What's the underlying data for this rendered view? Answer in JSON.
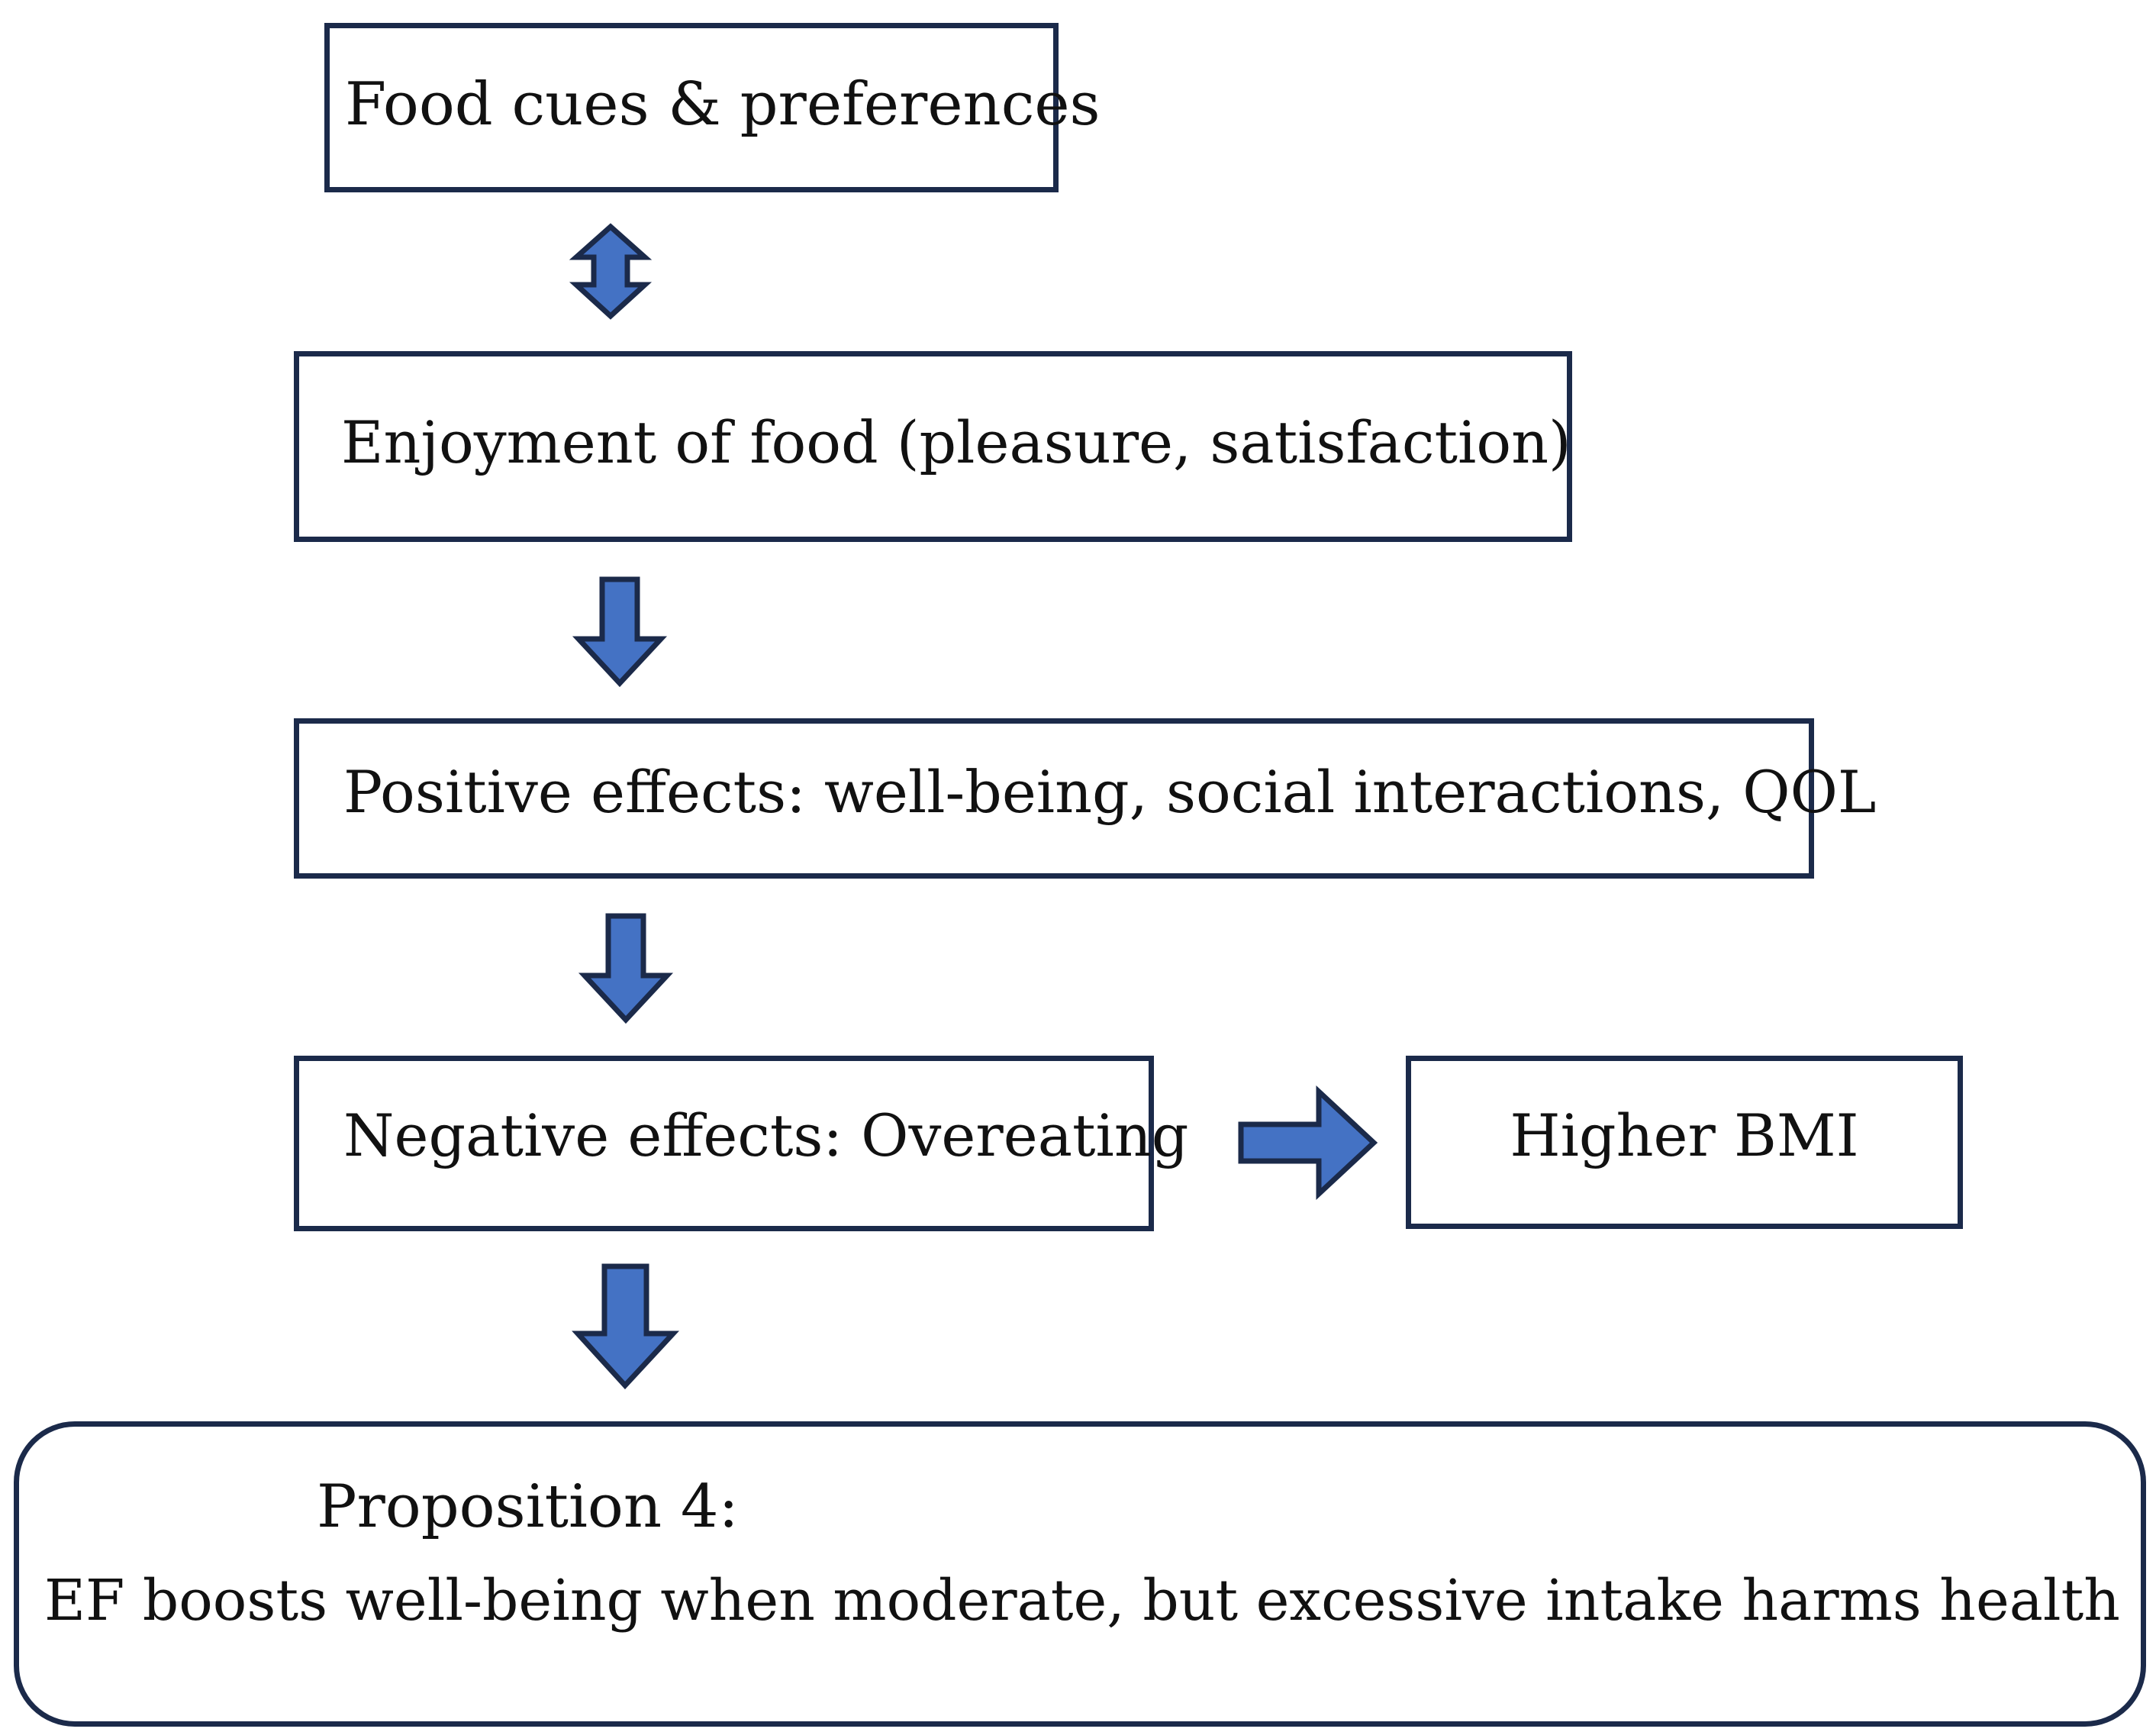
{
  "diagram": {
    "nodes": {
      "food_cues": "Food cues & preferences",
      "enjoyment": "Enjoyment of food (pleasure, satisfaction)",
      "positive": "Positive effects: well-being, social interactions, QOL",
      "negative": "Negative effects: Overeating",
      "bmi": "Higher BMI"
    },
    "proposition": {
      "title": "Proposition 4:",
      "text": "EF boosts well-being when moderate, but excessive intake harms health"
    },
    "colors": {
      "arrow_fill": "#4472c4",
      "border": "#1b2a4a"
    }
  }
}
